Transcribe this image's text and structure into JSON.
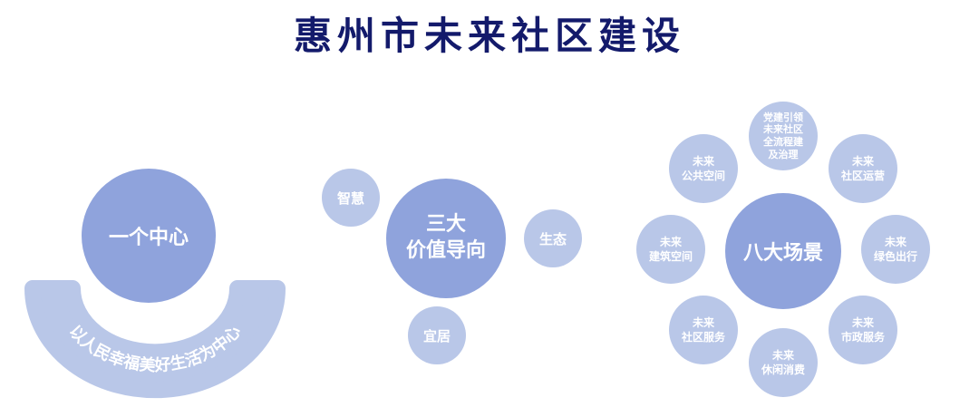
{
  "title": "惠州市未来社区建设",
  "colors": {
    "title": "#131a6b",
    "big_circle": "#8fa3dc",
    "small_circle": "#b9c7e8",
    "text": "#ffffff"
  },
  "center_one": {
    "label": "一个中心",
    "arc_text": "以人民幸福美好生活为中心"
  },
  "three_orientations": {
    "label": "三大\n价值导向",
    "items": [
      "智慧",
      "生态",
      "宜居"
    ]
  },
  "eight_scenarios": {
    "label": "八大场景",
    "items": [
      "党建引领\n未来社区\n全流程建\n及治理",
      "未来\n社区运营",
      "未来\n绿色出行",
      "未来\n市政服务",
      "未来\n休闲消费",
      "未来\n社区服务",
      "未来\n建筑空间",
      "未来\n公共空间"
    ]
  }
}
